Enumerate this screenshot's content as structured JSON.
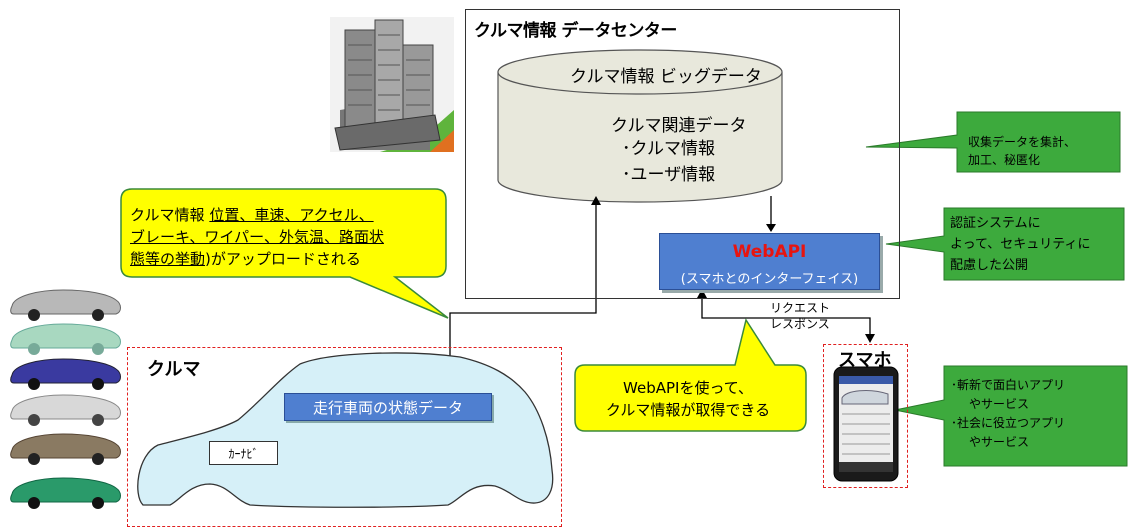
{
  "datacenter": {
    "title": "クルマ情報 データセンター",
    "bigdata_title": "クルマ情報 ビッグデータ",
    "related_title": "クルマ関連データ",
    "items": [
      "･クルマ情報",
      "･ユーザ情報"
    ]
  },
  "webapi": {
    "title": "WebAPI",
    "subtitle": "(スマホとのインターフェイス)"
  },
  "request_response": {
    "request": "リクエスト",
    "response": "レスポンス"
  },
  "car": {
    "zone_label": "クルマ",
    "state_data": "走行車両の状態データ",
    "carnavi": "ｶｰﾅﾋﾞ"
  },
  "phone": {
    "zone_label": "スマホ"
  },
  "callouts": {
    "upload": {
      "prefix": "クルマ情報 ",
      "underlined1": "位置、車速、アクセル、",
      "underlined2": "ブレーキ、ワイパー、外気温、路面状",
      "underlined3": "態等の挙動",
      "suffix": ")がアップロードされる"
    },
    "webapi_use": [
      "WebAPIを使って、",
      "クルマ情報が取得できる"
    ],
    "aggregate": [
      "収集データを集計、",
      "加工、秘匿化"
    ],
    "security": [
      "認証システムに",
      "よって、セキュリティに",
      "配慮した公開"
    ],
    "apps": [
      "･斬新で面白いアプリ",
      "やサービス",
      "･社会に役立つアプリ",
      "やサービス"
    ]
  },
  "colors": {
    "callout_yellow": "#ffff00",
    "callout_green": "#3daa3d",
    "api_blue": "#4f7fd0",
    "cylinder": "#e8e8dc",
    "car_body": "#d6f0f8",
    "zone_border": "#e02020"
  },
  "icons": [
    "building-icon",
    "car-icon",
    "smartphone-icon"
  ]
}
